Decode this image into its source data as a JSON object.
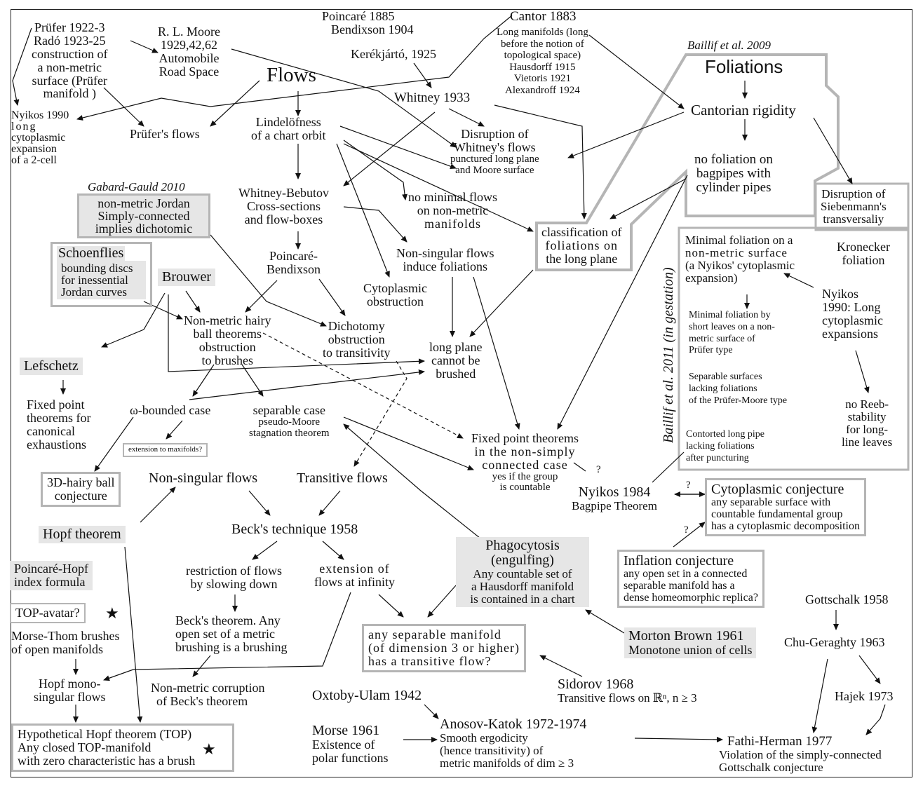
{
  "nodes": {
    "prufer_rado": [
      "Prüfer 1922-3",
      "Radó 1923-25",
      "construction of",
      "a non-metric",
      "surface (Prüfer",
      "manifold )"
    ],
    "moore": [
      "R. L. Moore",
      "1929,42,62",
      "Automobile",
      "Road Space"
    ],
    "poincare_bendixson_hist": [
      "Poincaré 1885",
      "Bendixson 1904"
    ],
    "kerekjarto": "Kerékjártó, 1925",
    "cantor": "Cantor 1883",
    "long_manifolds": [
      "Long manifolds (long",
      "before the notion of",
      "topological space)",
      "Hausdorff 1915",
      "Vietoris 1921",
      "Alexandroff 1924"
    ],
    "baillif_2009": "Baillif et al. 2009",
    "foliations": "Foliations",
    "cantorian_rigidity": "Cantorian rigidity",
    "no_foliation_bagpipes": [
      "no foliation on",
      "bagpipes with",
      "cylinder pipes"
    ],
    "flows": "Flows",
    "whitney_1933": "Whitney 1933",
    "nyikos_1990_left": [
      "Nyikos 1990",
      "long",
      "cytoplasmic",
      "expansion",
      "of a 2-cell"
    ],
    "prufers_flows": "Prüfer's flows",
    "lindelofness": [
      "Lindelöfness",
      "of a chart orbit"
    ],
    "disruption_whitney": [
      "Disruption of",
      "Whitney's flows",
      "punctured long plane",
      "and Moore surface"
    ],
    "gabard_gauld": "Gabard-Gauld 2010",
    "nonmetric_jordan": [
      "non-metric Jordan",
      "Simply-connected",
      "implies dichotomic"
    ],
    "whitney_bebutov": [
      "Whitney-Bebutov",
      "Cross-sections",
      "and flow-boxes"
    ],
    "no_minimal_flows": [
      "no minimal flows",
      "on non-metric",
      "manifolds"
    ],
    "classification_foliations": [
      "classification of",
      "foliations on",
      "the long plane"
    ],
    "disruption_siebenmann": [
      "Disruption of",
      "Siebenmann's",
      "transversaliy"
    ],
    "schoenflies": "Schoenflies",
    "schoenflies_sub": [
      "bounding discs",
      "for inessential",
      "Jordan curves"
    ],
    "poincare_bendixson": [
      "Poincaré-",
      "Bendixson"
    ],
    "nonsingular_induce": [
      "Non-singular flows",
      "induce foliations"
    ],
    "minimal_foliation": [
      "Minimal foliation on a",
      "non-metric surface",
      "(a Nyikos' cytoplasmic",
      "expansion)"
    ],
    "kronecker": [
      "Kronecker",
      "foliation"
    ],
    "brouwer": "Brouwer",
    "cytoplasmic_obstruction": [
      "Cytoplasmic",
      "obstruction"
    ],
    "nyikos_1990_right": [
      "Nyikos",
      "1990: Long",
      "cytoplasmic",
      "expansions"
    ],
    "hairy_ball": [
      "Non-metric hairy",
      "ball theorems",
      "obstruction",
      "to brushes"
    ],
    "dichotomy": [
      "Dichotomy",
      "obstruction",
      "to transitivity"
    ],
    "long_plane_brushed": [
      "long plane",
      "cannot be",
      "brushed"
    ],
    "minimal_short_leaves": [
      "Minimal foliation by",
      "short leaves on a non-",
      "metric surface of",
      "Prüfer type"
    ],
    "lefschetz": "Lefschetz",
    "separable_surfaces": [
      "Separable surfaces",
      "lacking foliations",
      "of the Prüfer-Moore type"
    ],
    "no_reeb": [
      "no Reeb-",
      "stability",
      "for long-",
      "line leaves"
    ],
    "fixed_point_canonical": [
      "Fixed point",
      "theorems for",
      "canonical",
      "exhaustions"
    ],
    "omega_bounded": "ω-bounded case",
    "separable_case": [
      "separable case",
      "pseudo-Moore",
      "stagnation theorem"
    ],
    "extension_maxifolds": "extension to maxifolds?",
    "fixed_point_nonsimply": [
      "Fixed point theorems",
      "in the non-simply",
      "connected case",
      "yes if the group",
      "is countable"
    ],
    "contorted": [
      "Contorted long pipe",
      "lacking foliations",
      "after puncturing"
    ],
    "baillif_2011": "Baillif et al. 2011 (in gestation)",
    "hairy_ball_3d": [
      "3D-hairy ball",
      "conjecture"
    ],
    "nonsingular_flows": "Non-singular flows",
    "transitive_flows": "Transitive flows",
    "nyikos_1984": [
      "Nyikos 1984",
      "Bagpipe Theorem"
    ],
    "cytoplasmic_conjecture": [
      "Cytoplasmic conjecture",
      "any separable surface with",
      "countable fundamental group",
      "has a cytoplasmic decomposition"
    ],
    "hopf_theorem": "Hopf theorem",
    "becks_technique": "Beck's technique 1958",
    "phagocytosis": [
      "Phagocytosis",
      "(engulfing)",
      "Any countable set of",
      "a Hausdorff manifold",
      "is contained in a chart"
    ],
    "inflation_conjecture": [
      "Inflation conjecture",
      "any open set in a connected",
      "separable manifold has a",
      "dense homeomorphic replica?"
    ],
    "poincare_hopf": [
      "Poincaré-Hopf",
      "index formula"
    ],
    "restriction": [
      "restriction of flows",
      "by slowing down"
    ],
    "extension_infinity": [
      "extension of",
      "flows at infinity"
    ],
    "top_avatar": "TOP-avatar?",
    "gottschalk": "Gottschalk 1958",
    "becks_theorem": [
      "Beck's theorem. Any",
      "open set of a metric",
      "brushing is a brushing"
    ],
    "morse_thom": [
      "Morse-Thom brushes",
      "of open manifolds"
    ],
    "separable_transitive": [
      "any separable manifold",
      "(of dimension 3 or higher)",
      "has a transitive flow?"
    ],
    "morton_brown": [
      "Morton Brown 1961",
      "Monotone union of cells"
    ],
    "chu_geraghty": "Chu-Geraghty 1963",
    "hopf_mono": [
      "Hopf mono-",
      "singular flows"
    ],
    "nonmetric_corruption": [
      "Non-metric corruption",
      "of Beck's theorem"
    ],
    "sidorov": [
      "Sidorov 1968",
      "Transitive flows on ℝⁿ, n ≥ 3"
    ],
    "hajek": "Hajek 1973",
    "oxtoby_ulam": "Oxtoby-Ulam 1942",
    "hypothetical_hopf": [
      "Hypothetical Hopf theorem (TOP)",
      "Any closed TOP-manifold",
      "with zero characteristic has a brush"
    ],
    "morse_1961": [
      "Morse 1961",
      "Existence of",
      "polar functions"
    ],
    "anosov_katok": [
      "Anosov-Katok 1972-1974",
      "Smooth ergodicity",
      "(hence transitivity) of",
      "metric manifolds of dim ≥ 3"
    ],
    "fathi_herman": [
      "Fathi-Herman 1977",
      "Violation of the simply-connected",
      "Gottschalk conjecture"
    ],
    "question_mark": "?",
    "star": "★"
  }
}
